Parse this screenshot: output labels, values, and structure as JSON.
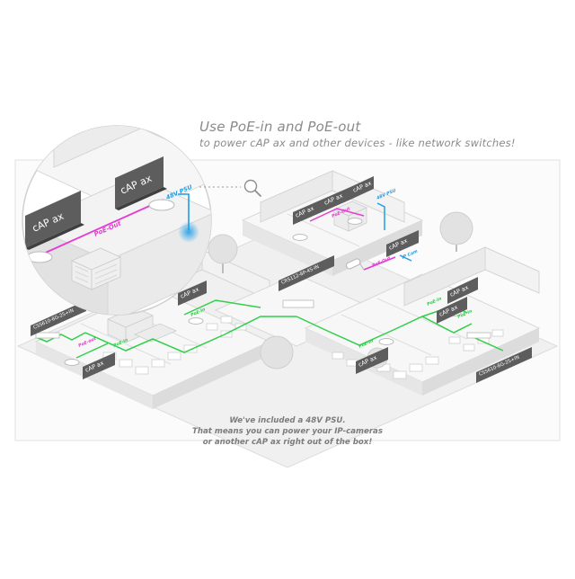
{
  "headline": {
    "line1": "Use PoE-in and PoE-out",
    "line2": "to power cAP ax and other devices - like network switches!"
  },
  "caption": {
    "line1": "We've included a 48V PSU.",
    "line2": "That means you can power your IP-cameras",
    "line3": "or another cAP ax right out of the box!"
  },
  "callout": {
    "device_left": "cAP ax",
    "device_right": "cAP ax",
    "link_label": "PoE-Out",
    "psu_label": "48V PSU"
  },
  "building": {
    "devices": {
      "cap_top_1": "cAP ax",
      "cap_top_2": "cAP ax",
      "cap_top_3": "cAP ax",
      "cap_top_right": "cAP ax",
      "cap_mid_right": "cAP ax",
      "cap_left_room": "cAP ax",
      "cap_left_low": "cAP ax",
      "cap_center_low": "cAP ax",
      "cap_right_room": "cAP ax"
    },
    "switches": {
      "left": "CSS610-8G-2S+IN",
      "center": "CRS112-8P-4S-IN",
      "right": "CSS610-8G-2S+IN"
    },
    "links": {
      "psu_top": "48V PSU",
      "poe_out_top": "PoE-Out",
      "poe_out_mid": "PoE-Out",
      "ip_cam": "IP Cam",
      "poe_in_left": "PoE-In",
      "poe_in_left2": "PoE-In",
      "poe_out_left": "PoE-out",
      "poe_in_center": "PoE-In",
      "poe_in_right": "PoE-In",
      "poe_in_right2": "PoE-In"
    }
  },
  "colors": {
    "poe_out": "#e53bd2",
    "poe_in": "#2fcf4a",
    "psu": "#1e9ee8",
    "label_box": "#5d5d5d",
    "wall": "#f4f4f4",
    "outline": "#cfcfcf"
  },
  "icons": [
    "magnifier-icon",
    "tree-icon",
    "ip-camera-icon",
    "ceiling-ap-icon"
  ]
}
